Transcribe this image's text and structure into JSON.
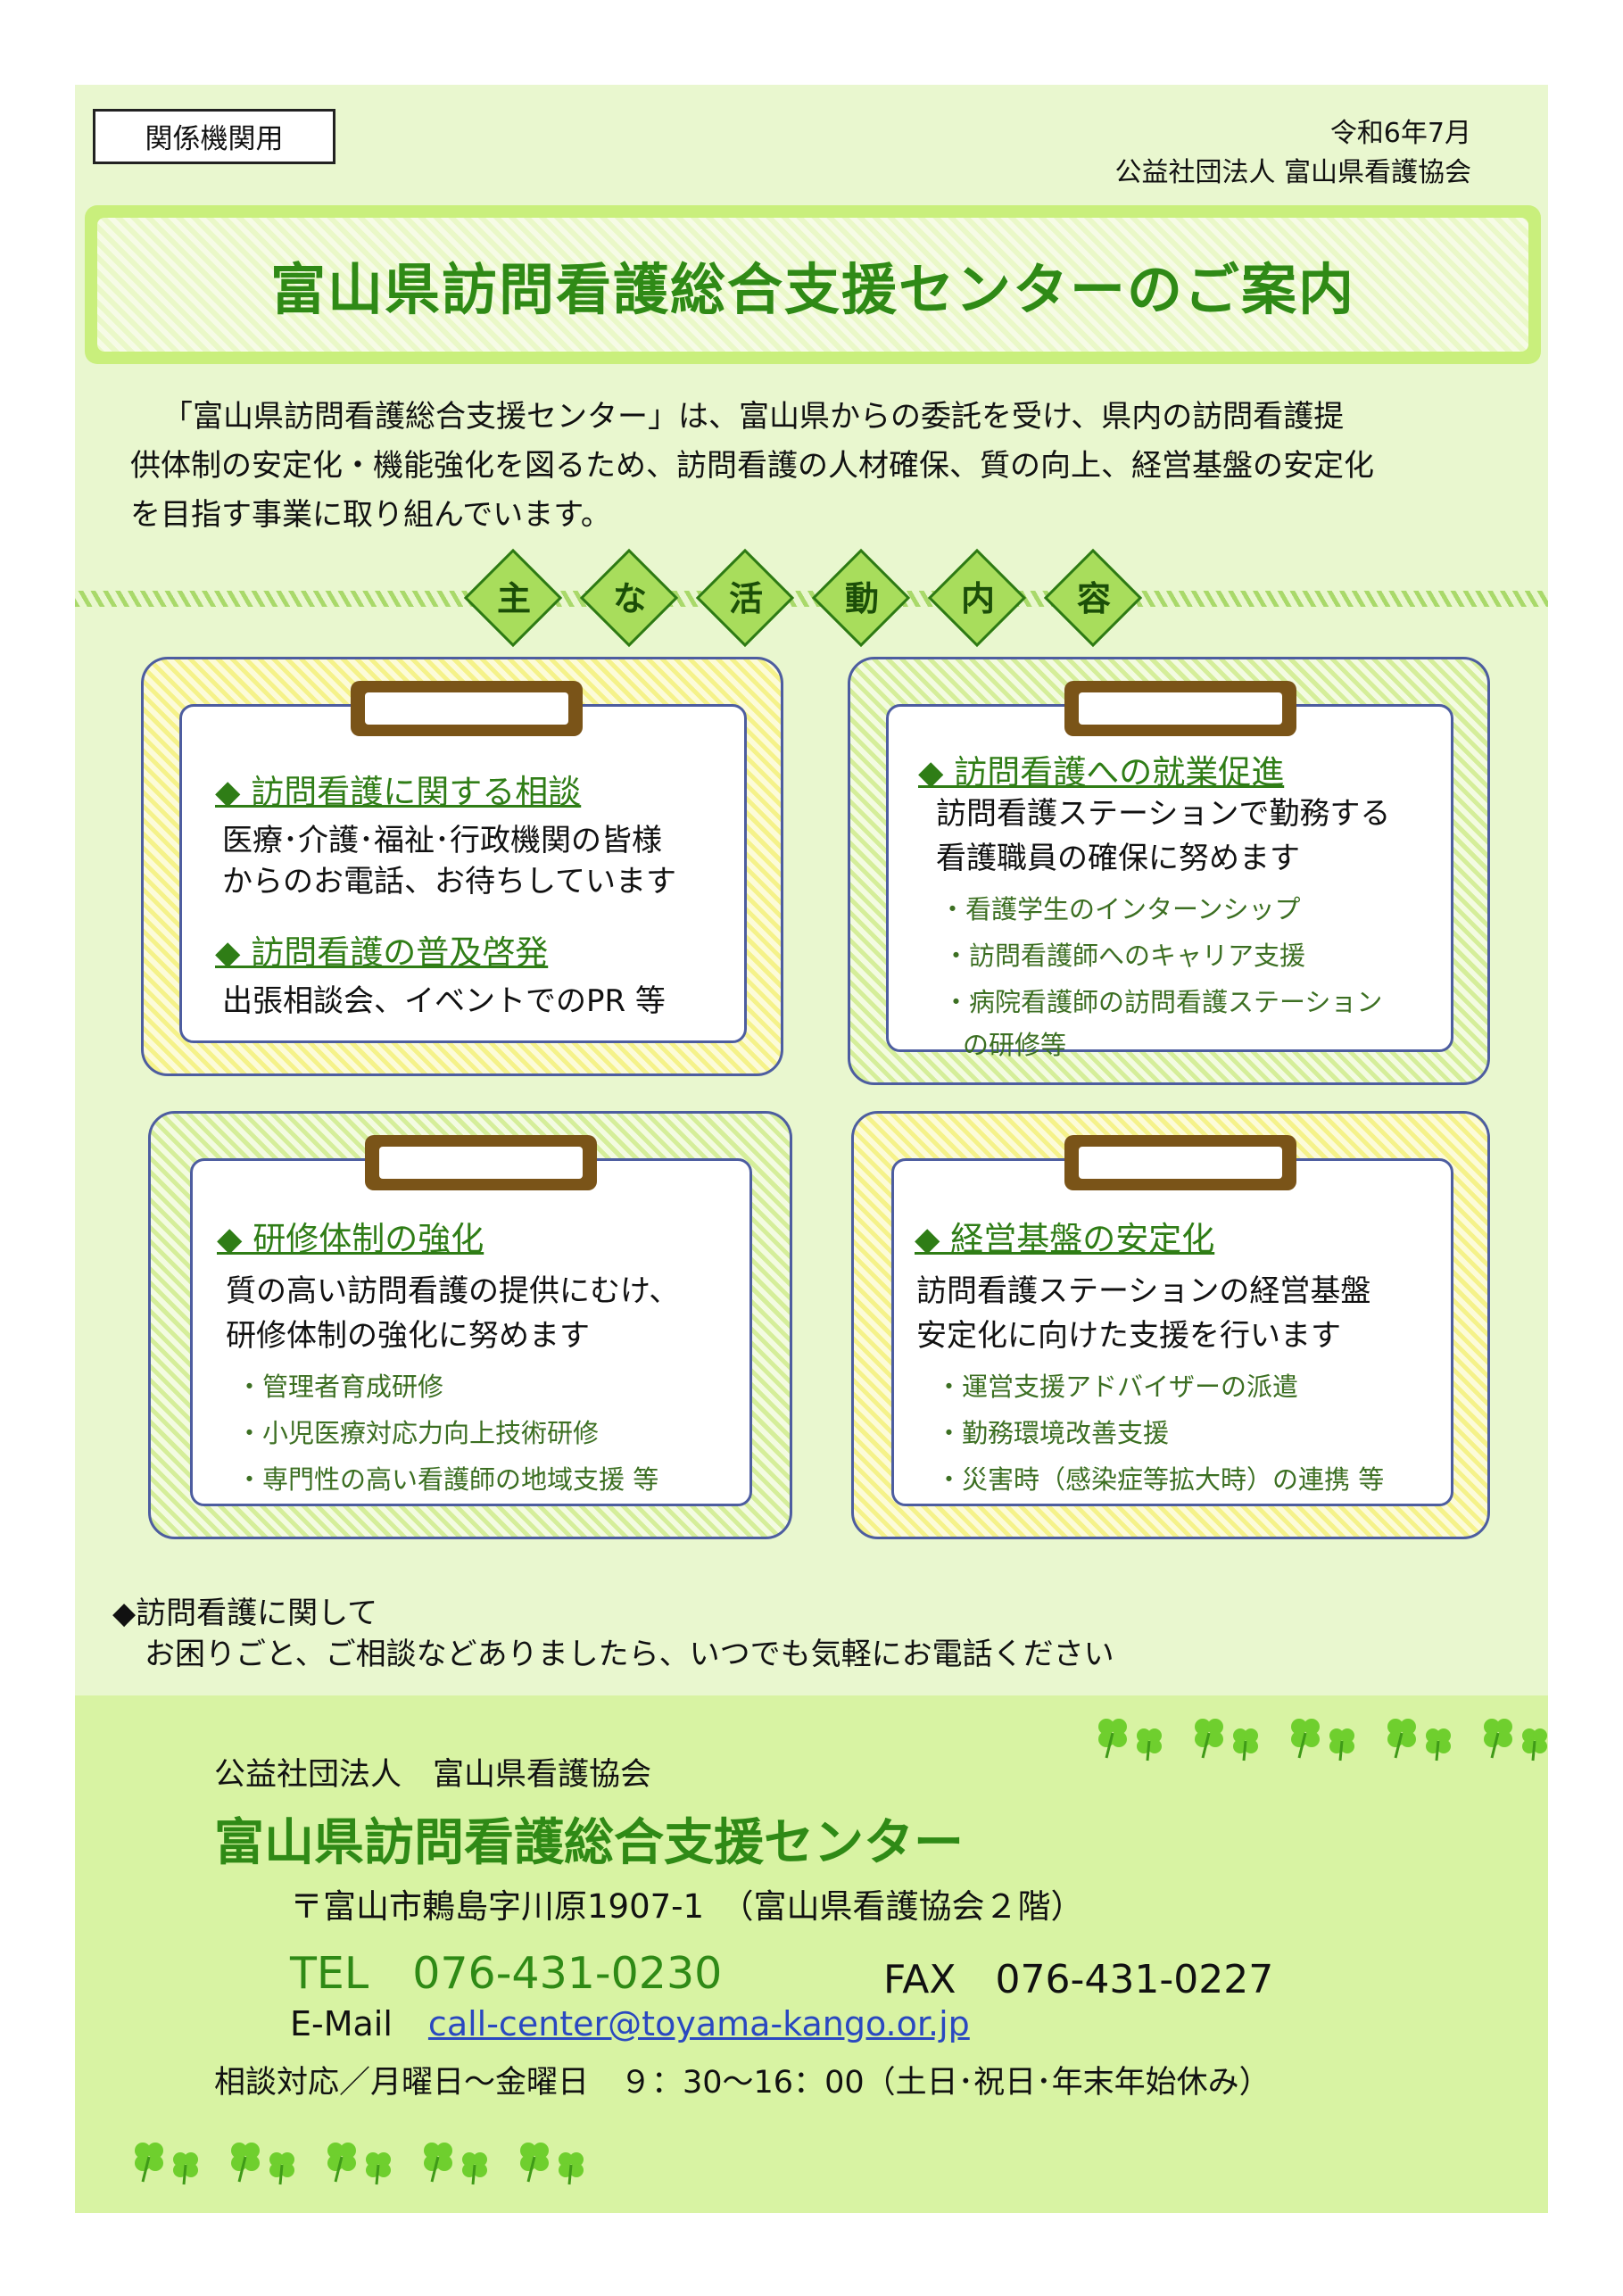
{
  "header": {
    "tag": "関係機関用",
    "date": "令和6年7月",
    "issuer": "公益社団法人 富山県看護協会"
  },
  "title": "富山県訪問看護総合支援センターのご案内",
  "intro": [
    "「富山県訪問看護総合支援センター」は、富山県からの委託を受け、県内の訪問看護提",
    "供体制の安定化・機能強化を図るため、訪問看護の人材確保、質の向上、経営基盤の安定化",
    "を目指す事業に取り組んでいます。"
  ],
  "activities_heading": [
    "主",
    "な",
    "活",
    "動",
    "内",
    "容"
  ],
  "cards": [
    {
      "heading1": "◆ 訪問看護に関する相談",
      "body1": [
        "医療･介護･福祉･行政機関の皆様",
        "からのお電話、お待ちしています"
      ],
      "heading2": "◆ 訪問看護の普及啓発",
      "body2": "出張相談会、イベントでのPR 等"
    },
    {
      "heading": "◆ 訪問看護への就業促進",
      "body": [
        "訪問看護ステーションで勤務する",
        "看護職員の確保に努めます"
      ],
      "items": [
        "・看護学生のインターンシップ",
        "・訪問看護師へのキャリア支援",
        "・病院看護師の訪問看護ステーション",
        "の研修等"
      ]
    },
    {
      "heading": "◆ 研修体制の強化",
      "body": [
        "質の高い訪問看護の提供にむけ、",
        "研修体制の強化に努めます"
      ],
      "items": [
        "・管理者育成研修",
        "・小児医療対応力向上技術研修",
        "・専門性の高い看護師の地域支援 等"
      ]
    },
    {
      "heading": "◆ 経営基盤の安定化",
      "body": [
        "訪問看護ステーションの経営基盤",
        "安定化に向けた支援を行います"
      ],
      "items": [
        "・運営支援アドバイザーの派遣",
        "・勤務環境改善支援",
        "・災害時（感染症等拡大時）の連携 等"
      ]
    }
  ],
  "note": {
    "line1": "◆訪問看護に関して",
    "line2": "お困りごと、ご相談などありましたら、いつでも気軽にお電話ください"
  },
  "contact": {
    "org": "公益社団法人　富山県看護協会",
    "center": "富山県訪問看護総合支援センター",
    "address": "〒富山市鶇島字川原1907-1　（富山県看護協会２階）",
    "tel": "TEL　076-431-0230",
    "fax": "FAX　076-431-0227",
    "email_label": "E-Mail",
    "email": "call-center@toyama-kango.or.jp",
    "hours": "相談対応／月曜日～金曜日　９：30～16：00（土日･祝日･年末年始休み）"
  },
  "colors": {
    "accent_green": "#2f8a16",
    "page_bg": "#e9f7cf",
    "card_border": "#4d5da0",
    "clip": "#7a5418"
  }
}
